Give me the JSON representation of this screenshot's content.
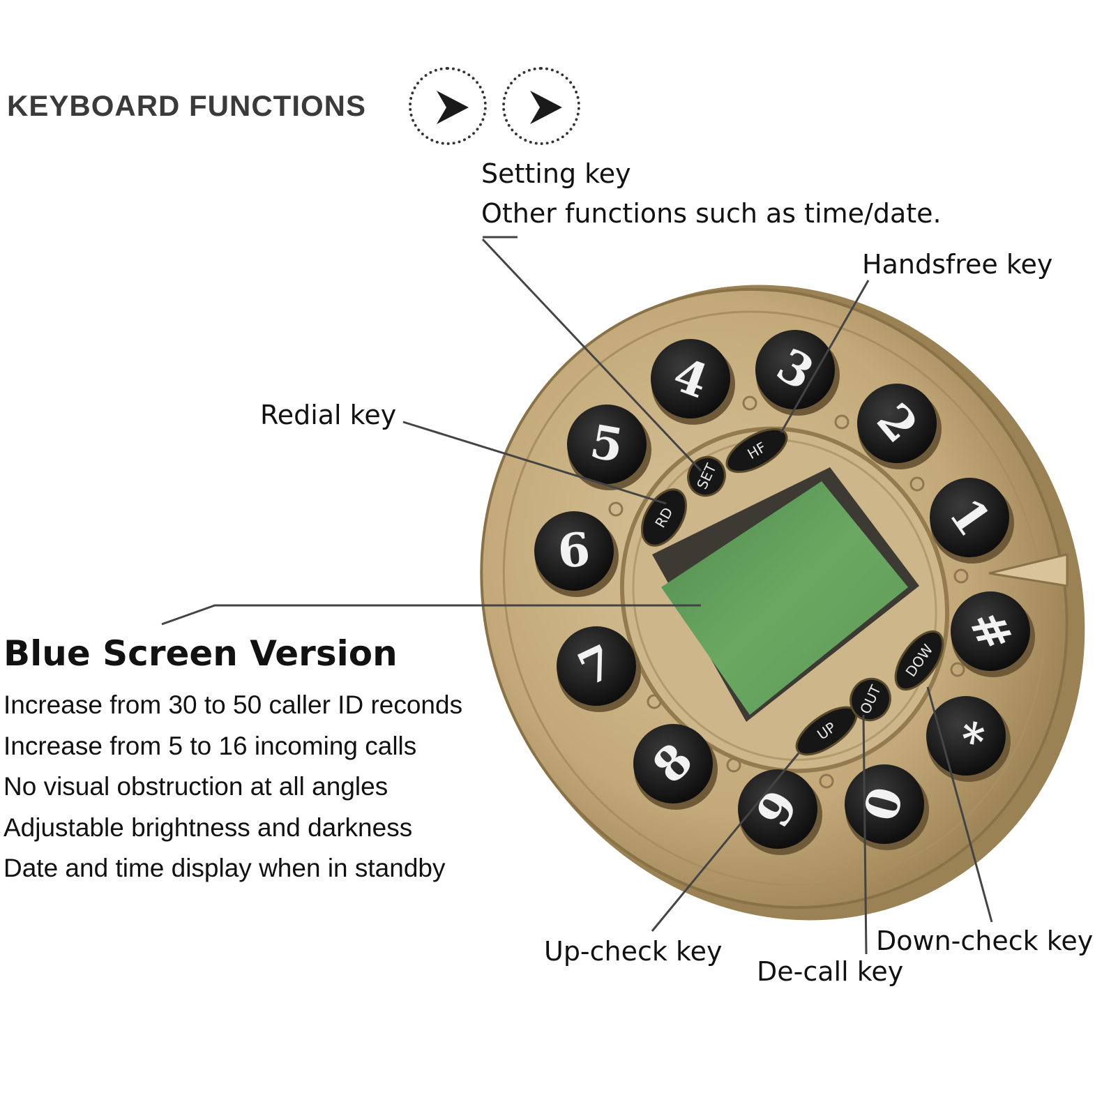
{
  "header": {
    "title": "KEYBOARD FUNCTIONS",
    "icons": [
      "arrow-right-icon",
      "arrow-right-icon"
    ]
  },
  "callouts": {
    "setting_key": "Setting key",
    "setting_desc": "Other functions such as time/date.",
    "handsfree_key": "Handsfree key",
    "redial_key": "Redial key",
    "upcheck_key": "Up-check key",
    "decall_key": "De-call key",
    "downcheck_key": "Down-check key"
  },
  "features": {
    "title": "Blue Screen Version",
    "items": [
      "Increase from 30 to 50 caller ID reconds",
      "Increase from 5 to 16 incoming calls",
      "No visual obstruction at all angles",
      "Adjustable brightness and darkness",
      "Date and time display when in standby"
    ]
  },
  "keypad": {
    "digit_keys": [
      "1",
      "2",
      "3",
      "4",
      "5",
      "6",
      "7",
      "8",
      "9",
      "0",
      "*",
      "#"
    ],
    "function_keys": [
      "SET",
      "HF",
      "RD",
      "UP",
      "OUT",
      "DOW"
    ]
  },
  "colors": {
    "brass": "#c7ae80",
    "brass_dark": "#8e7750",
    "key_black": "#1c1c1c",
    "screen_green": "#5e9a58"
  }
}
